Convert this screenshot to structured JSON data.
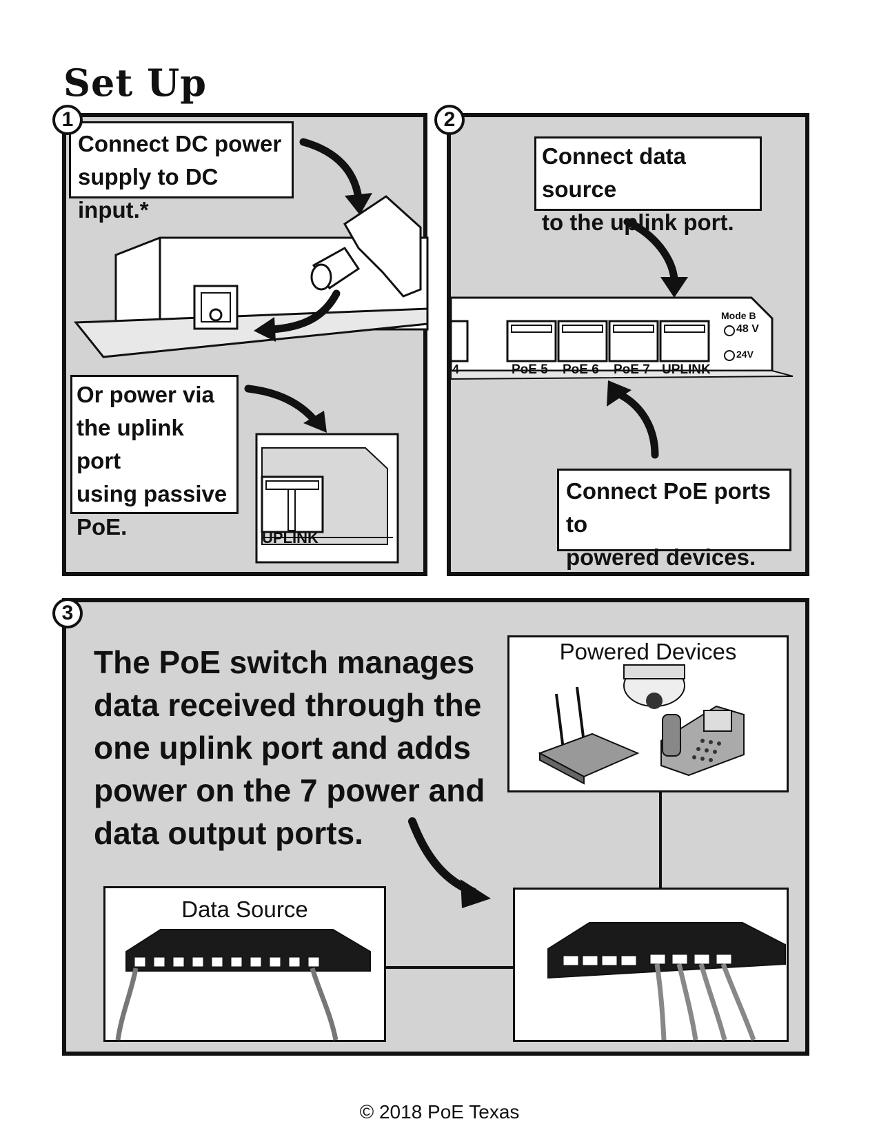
{
  "title": "Set Up",
  "steps": [
    {
      "number": "1",
      "callouts": [
        [
          "Connect DC power",
          "supply to DC input.*"
        ],
        [
          "Or power via",
          "the uplink port",
          "using passive",
          "PoE."
        ]
      ],
      "port_label": "UPLINK"
    },
    {
      "number": "2",
      "callouts": [
        [
          "Connect data source",
          "to the uplink port."
        ],
        [
          "Connect PoE ports to",
          "powered  devices."
        ]
      ],
      "port_labels": [
        "4",
        "PoE 5",
        "PoE 6",
        "PoE 7",
        "UPLINK"
      ],
      "mode_label": "Mode B",
      "voltage_options": [
        "48 V",
        "24V"
      ]
    },
    {
      "number": "3",
      "description_lines": [
        "The PoE switch manages",
        "data received through the",
        "one uplink port and adds",
        "power on the 7 power and",
        "data output ports."
      ],
      "powered_devices_label": "Powered Devices",
      "data_source_label": "Data Source"
    }
  ],
  "footer": "© 2018 PoE Texas"
}
